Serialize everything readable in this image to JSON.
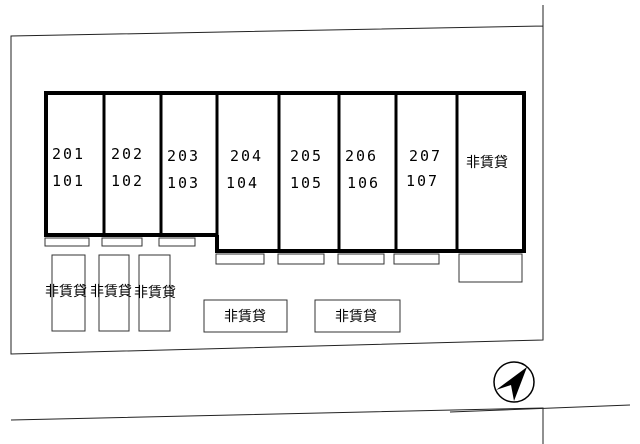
{
  "units": [
    {
      "upper": "201",
      "lower": "101"
    },
    {
      "upper": "202",
      "lower": "102"
    },
    {
      "upper": "203",
      "lower": "103"
    },
    {
      "upper": "204",
      "lower": "104"
    },
    {
      "upper": "205",
      "lower": "105"
    },
    {
      "upper": "206",
      "lower": "106"
    },
    {
      "upper": "207",
      "lower": "107"
    }
  ],
  "end_unit_label": "非賃貸",
  "parking": [
    "非賃貸",
    "非賃貸",
    "非賃貸",
    "非賃貸",
    "非賃貸"
  ]
}
